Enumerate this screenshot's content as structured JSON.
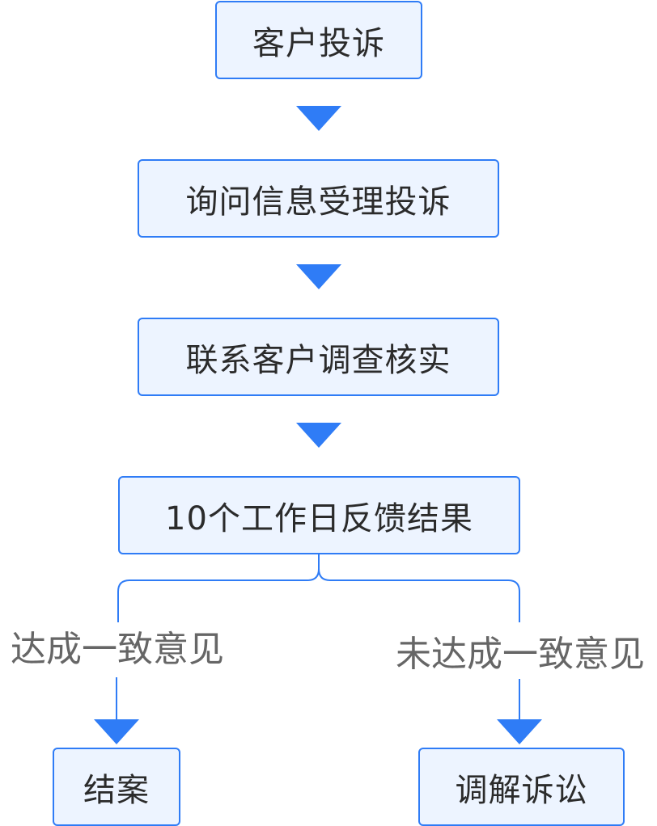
{
  "colors": {
    "accent": "#2f7cf6",
    "node_fill": "#edf4ff",
    "connector": "#2f7cf6",
    "node_text": "#2b2b2b",
    "label_text": "#666666"
  },
  "flow": {
    "step1": "客户投诉",
    "step2": "询问信息受理投诉",
    "step3": "联系客户调查核实",
    "step4": "10个工作日反馈结果"
  },
  "branches": {
    "left": {
      "condition": "达成一致意见",
      "outcome": "结案"
    },
    "right": {
      "condition": "未达成一致意见",
      "outcome": "调解诉讼"
    }
  }
}
